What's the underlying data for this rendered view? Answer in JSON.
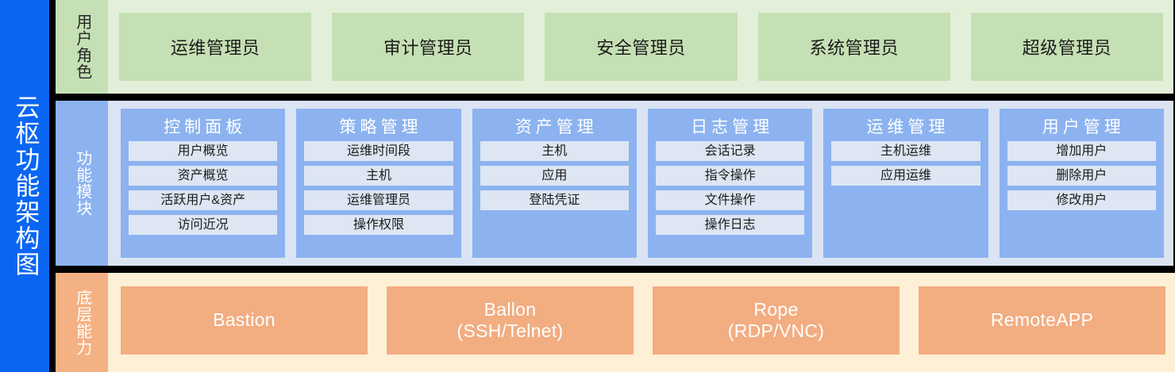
{
  "diagram": {
    "title": "云枢功能架构图",
    "accent_color": "#0a66f2",
    "bands": {
      "roles": {
        "label": "用户角色",
        "band_bg": "#e3efd9",
        "card_bg": "#c5e0b4",
        "cards": [
          {
            "label": "运维管理员"
          },
          {
            "label": "审计管理员"
          },
          {
            "label": "安全管理员"
          },
          {
            "label": "系统管理员"
          },
          {
            "label": "超级管理员"
          }
        ]
      },
      "modules": {
        "label": "功能模块",
        "band_bg": "#dbe4f3",
        "card_bg": "#8cb3f0",
        "item_bg": "#dde6f2",
        "cards": [
          {
            "title": "控制面板",
            "items": [
              {
                "label": "用户概览"
              },
              {
                "label": "资产概览"
              },
              {
                "label": "活跃用户&资产"
              },
              {
                "label": "访问近况"
              }
            ]
          },
          {
            "title": "策略管理",
            "items": [
              {
                "label": "运维时间段"
              },
              {
                "label": "主机"
              },
              {
                "label": "运维管理员"
              },
              {
                "label": "操作权限"
              }
            ]
          },
          {
            "title": "资产管理",
            "items": [
              {
                "label": "主机"
              },
              {
                "label": "应用"
              },
              {
                "label": "登陆凭证"
              }
            ]
          },
          {
            "title": "日志管理",
            "items": [
              {
                "label": "会话记录"
              },
              {
                "label": "指令操作"
              },
              {
                "label": "文件操作"
              },
              {
                "label": "操作日志"
              }
            ]
          },
          {
            "title": "运维管理",
            "items": [
              {
                "label": "主机运维"
              },
              {
                "label": "应用运维"
              }
            ]
          },
          {
            "title": "用户管理",
            "items": [
              {
                "label": "增加用户"
              },
              {
                "label": "删除用户"
              },
              {
                "label": "修改用户"
              }
            ]
          }
        ]
      },
      "base": {
        "label": "底层能力",
        "band_bg": "#fdf0d6",
        "card_bg": "#f2ad81",
        "cards": [
          {
            "label": "Bastion"
          },
          {
            "label": "Ballon\n(SSH/Telnet)"
          },
          {
            "label": "Rope\n(RDP/VNC)"
          },
          {
            "label": "RemoteAPP"
          }
        ]
      }
    }
  }
}
